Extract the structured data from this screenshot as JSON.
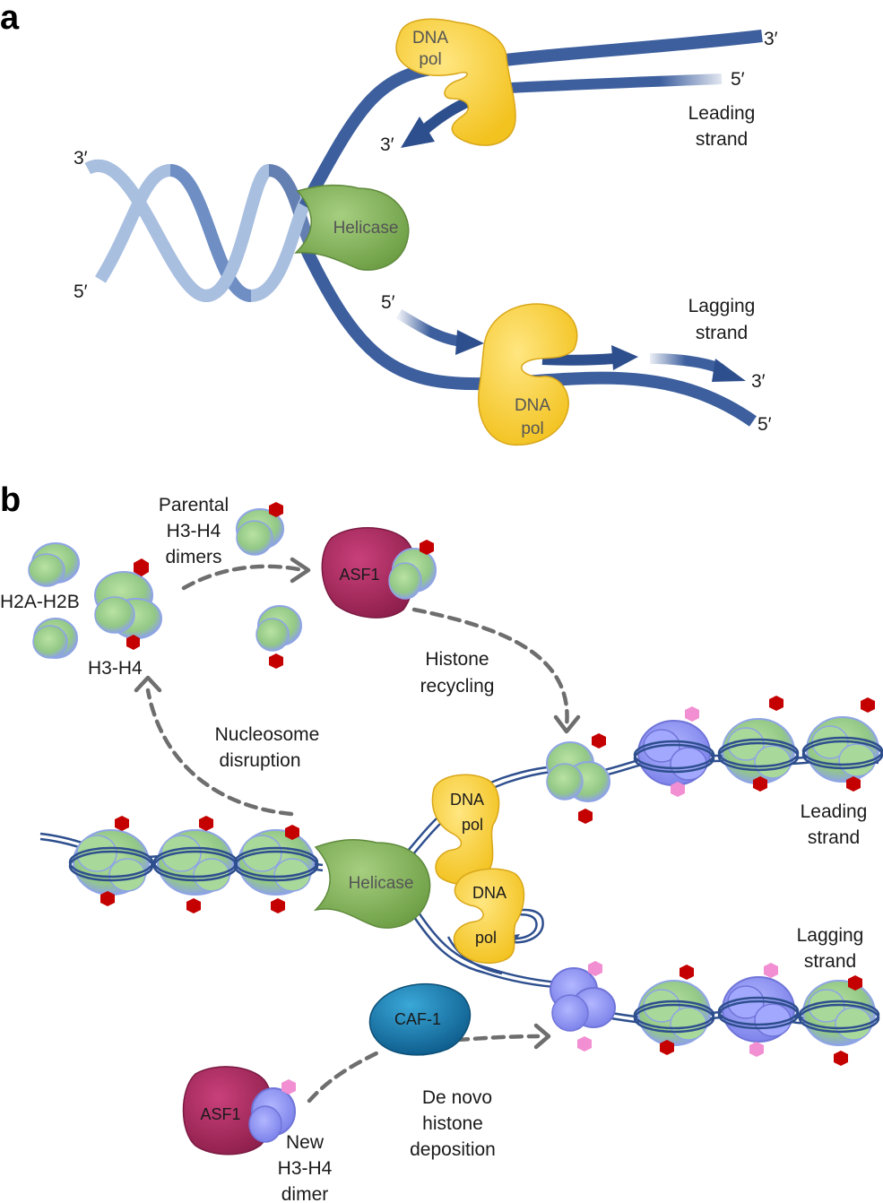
{
  "panel_a": {
    "letter": "a",
    "helicase": "Helicase",
    "dna_pol": [
      "DNA",
      "pol"
    ],
    "leading_strand": [
      "Leading",
      "strand"
    ],
    "lagging_strand": [
      "Lagging",
      "strand"
    ],
    "ends": {
      "parent_top": "3′",
      "parent_bottom": "5′",
      "leading_template": "3′",
      "leading_new": "5′",
      "leading_arrow": "3′",
      "lagging_start": "5′",
      "lagging_new": "3′",
      "lagging_template": "5′"
    }
  },
  "panel_b": {
    "letter": "b",
    "parental_dimers": [
      "Parental",
      "H3-H4",
      "dimers"
    ],
    "h2a_h2b": "H2A-H2B",
    "h3_h4": "H3-H4",
    "asf1": "ASF1",
    "histone_recycling": [
      "Histone",
      "recycling"
    ],
    "nucleosome_disruption": [
      "Nucleosome",
      "disruption"
    ],
    "helicase": "Helicase",
    "dna_pol": [
      "DNA",
      "pol"
    ],
    "leading_strand": [
      "Leading",
      "strand"
    ],
    "lagging_strand": [
      "Lagging",
      "strand"
    ],
    "caf1": "CAF-1",
    "asf1_new": "ASF1",
    "new_dimer": [
      "New",
      "H3-H4",
      "dimer"
    ],
    "de_novo": [
      "De novo",
      "histone",
      "deposition"
    ]
  },
  "colors": {
    "dna_dark": "#3d5f9e",
    "dna_light": "#a8bfe0",
    "helicase": "#7fae56",
    "dna_pol": "#f7cf3a",
    "asf1": "#a82a5e",
    "caf1": "#1b7fb4",
    "histone_green": "#9cd08a",
    "histone_blue": "#8f95f0",
    "old_mark": "#c40000",
    "new_mark": "#f28fd2"
  }
}
